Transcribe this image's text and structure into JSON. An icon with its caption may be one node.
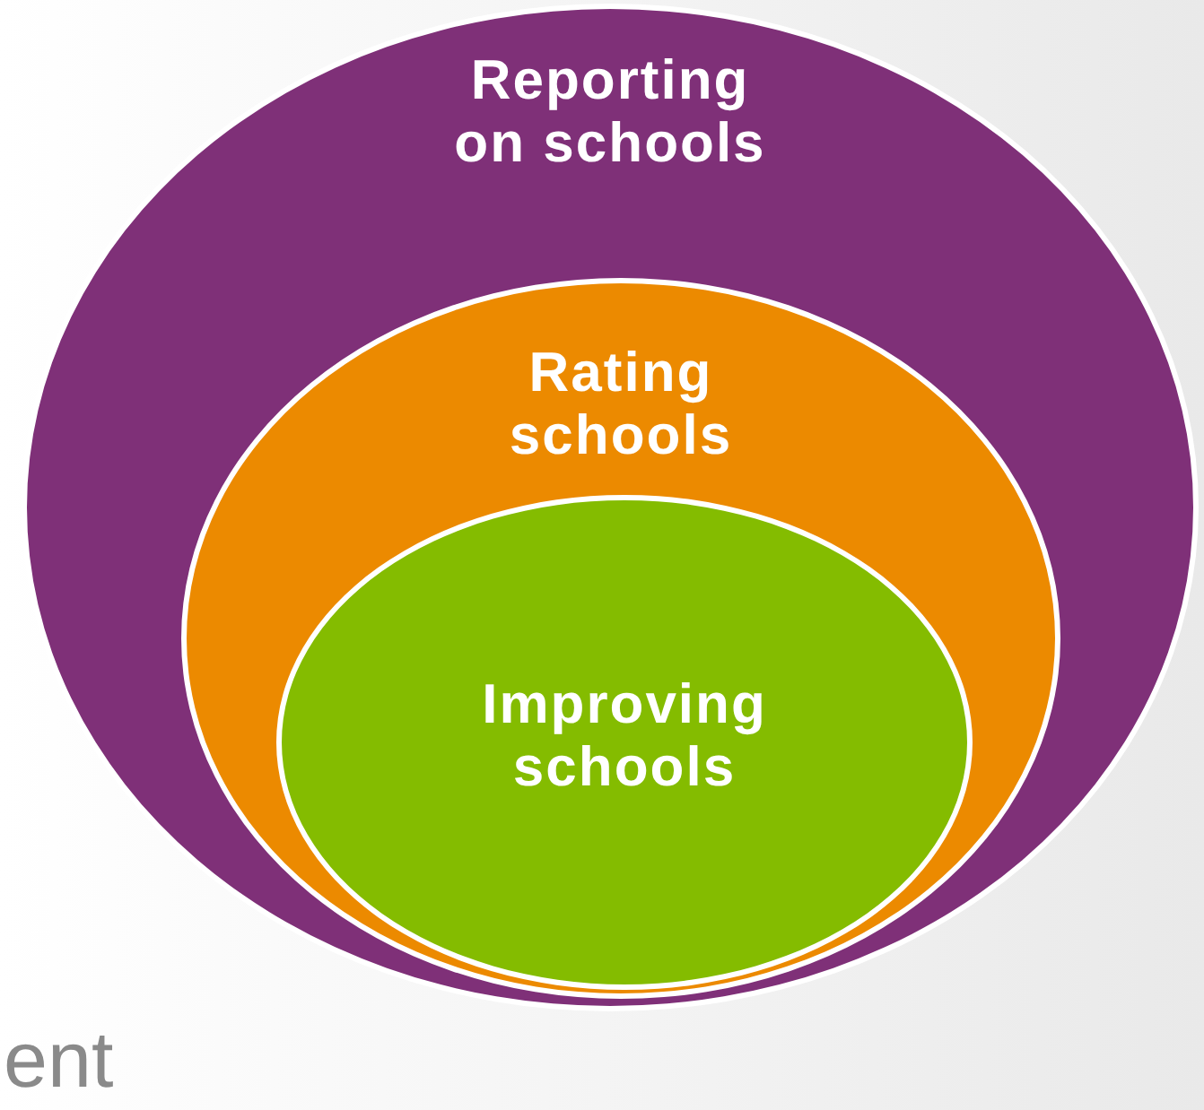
{
  "diagram": {
    "nodes": [
      {
        "text": [
          "Reporting on schools"
        ]
      },
      {
        "text": [
          "Rating schools"
        ],
        "in": 0
      },
      {
        "text": [
          "Improving schools"
        ],
        "in": 1
      }
    ],
    "labels": [
      "ent"
    ]
  }
}
